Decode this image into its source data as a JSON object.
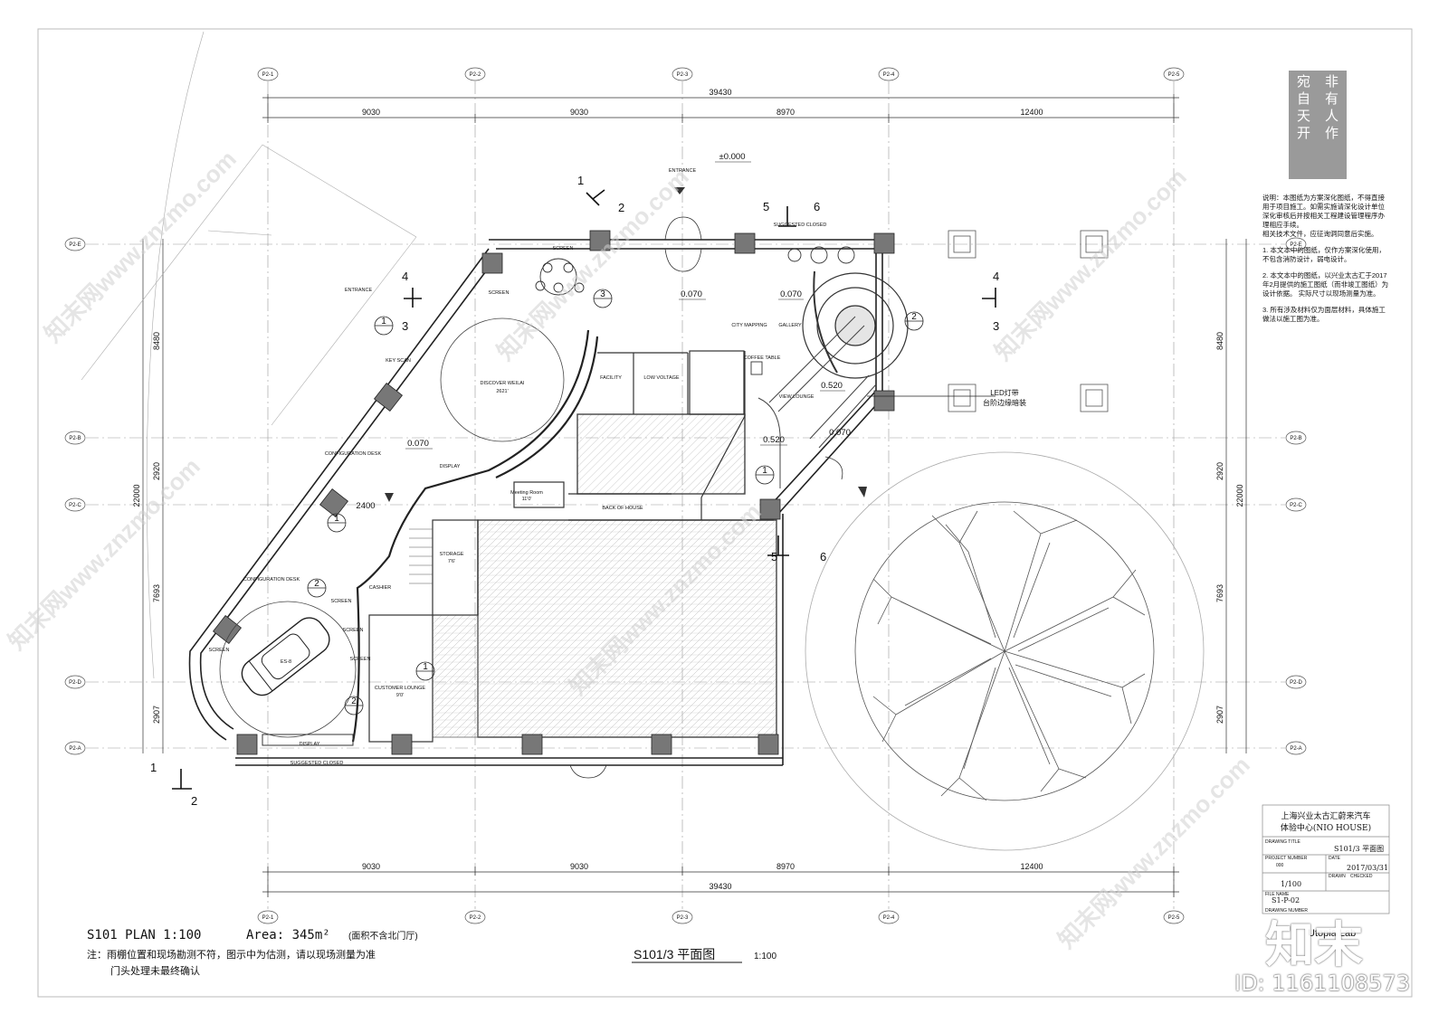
{
  "grid": {
    "cols": [
      "P2-1",
      "P2-2",
      "P2-3",
      "P2-4",
      "P2-5"
    ],
    "rows": [
      "P2-E",
      "P2-B",
      "P2-C",
      "P2-D",
      "P2-A"
    ],
    "top_dims": [
      "9030",
      "9030",
      "8970",
      "12400"
    ],
    "top_total": "39430",
    "bottom_dims": [
      "9030",
      "9030",
      "8970",
      "12400"
    ],
    "bottom_total": "39430",
    "side_dims": [
      "8480",
      "2920",
      "7693",
      "2907"
    ],
    "side_total": "22000"
  },
  "rooms": {
    "entrance_top": "ENTRANCE",
    "entrance_left": "ENTRANCE",
    "screen_top": "SCREEN",
    "screen_a": "SCREEN",
    "key_scan": "KEY SCAN",
    "discover": "DISCOVER WEILAI",
    "discover_area": "2621'",
    "facility": "FACILITY",
    "low_voltage": "LOW VOLTAGE",
    "city_mapping": "CITY MAPPING",
    "gallery": "GALLERY",
    "coffee_table": "COFFEE TABLE",
    "view_lounge": "VIEW LOUNGE",
    "config_desk_1": "CONFIGURATION DESK",
    "config_desk_2": "CONFIGURATION DESK",
    "display_1": "DISPLAY",
    "display_2": "DISPLAY",
    "meeting": "Meeting Room",
    "meeting_area": "11'0'",
    "back_of_house": "BACK OF HOUSE",
    "storage": "STORAGE",
    "storage_area": "7'6'",
    "cashier": "CASHIER",
    "screen_b": "SCREEN",
    "screen_c": "SCREEN",
    "screen_d": "SCREEN",
    "screen_e": "SCREEN",
    "customer_lounge": "CUSTOMER LOUNGE",
    "customer_area": "9'0'",
    "es8": "ES-8",
    "suggested_closed_top": "SUGGESTED CLOSED",
    "suggested_closed_bottom": "SUGGESTED CLOSED"
  },
  "levels": {
    "pm0": "±0.000",
    "l070a": "0.070",
    "l070b": "0.070",
    "l070c": "0.070",
    "l070d": "0.070",
    "l520": "0.520",
    "l520b": "0.520",
    "dim2400": "2400"
  },
  "led_note": {
    "line1": "LED灯带",
    "line2": "台阶边缘暗装"
  },
  "sections": {
    "s1": "1",
    "s2": "2",
    "s3": "3",
    "s4": "4",
    "s5": "5",
    "s6": "6"
  },
  "seal": {
    "col1": "宛自天开",
    "col2": "非有人作"
  },
  "notes": {
    "intro": "说明：本图纸为方案深化图纸，不得直接用于项目施工。如需实施请深化设计单位深化审核后并按相关工程建设管理程序办理相应手续。",
    "intro2": "相关技术文件，应征询洞同意后实施。",
    "n1": "1. 本文本中的图纸，仅作方案深化使用，不包含消防设计，弱电设计。",
    "n2": "2. 本文本中的图纸，以兴业太古汇于2017年2月提供的施工图纸（而非竣工图纸）为设计依据。 实际尺寸以现场测量为准。",
    "n3": "3. 所有涉及材料仅为面层材料，具体施工做法以施工图为准。"
  },
  "title_block": {
    "project_line1": "上海兴业太古汇蔚来汽车",
    "project_line2": "体验中心(NIO HOUSE)",
    "drawing_title_label": "DRAWING TITLE",
    "drawing_title": "S101/3 平面图",
    "project_number_label": "PROJECT NUMBER",
    "project_number": "000",
    "date_label": "DATE",
    "date": "2017/03/31",
    "scale": "1/100",
    "drawn_label": "DRAWN",
    "checked_label": "CHECKED",
    "file_name_label": "FILE NAME",
    "file_name": "S1-P-02",
    "drawing_number_label": "DRAWING NUMBER",
    "company": "Utopia Lab"
  },
  "footer": {
    "plan_label": "S101 PLAN 1:100",
    "area_label": "Area: 345m²",
    "area_note": "(面积不含北门厅)",
    "note1": "注：雨棚位置和现场勘测不符，图示中为估测，请以现场测量为准",
    "note2": "门头处理未最终确认",
    "sheet_title": "S101/3 平面图",
    "sheet_scale": "1:100"
  },
  "watermark": {
    "brand": "知末",
    "id": "ID: 1161108573",
    "tile": "知末网www.znzmo.com"
  }
}
